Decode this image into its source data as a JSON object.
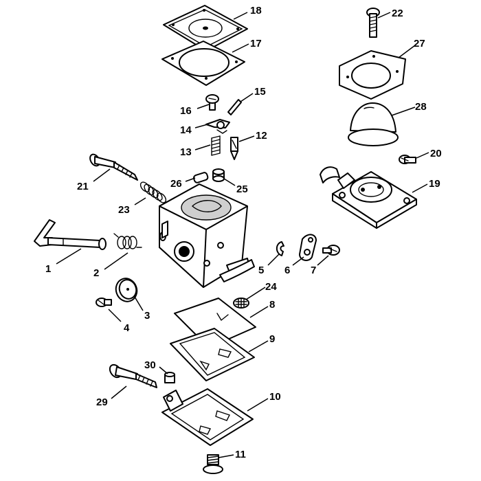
{
  "callouts": [
    {
      "id": "1",
      "label": "1"
    },
    {
      "id": "2",
      "label": "2"
    },
    {
      "id": "3",
      "label": "3"
    },
    {
      "id": "4",
      "label": "4"
    },
    {
      "id": "5",
      "label": "5"
    },
    {
      "id": "6",
      "label": "6"
    },
    {
      "id": "7",
      "label": "7"
    },
    {
      "id": "8",
      "label": "8"
    },
    {
      "id": "9",
      "label": "9"
    },
    {
      "id": "10",
      "label": "10"
    },
    {
      "id": "11",
      "label": "11"
    },
    {
      "id": "12",
      "label": "12"
    },
    {
      "id": "13",
      "label": "13"
    },
    {
      "id": "14",
      "label": "14"
    },
    {
      "id": "15",
      "label": "15"
    },
    {
      "id": "16",
      "label": "16"
    },
    {
      "id": "17",
      "label": "17"
    },
    {
      "id": "18",
      "label": "18"
    },
    {
      "id": "19",
      "label": "19"
    },
    {
      "id": "20",
      "label": "20"
    },
    {
      "id": "21",
      "label": "21"
    },
    {
      "id": "22",
      "label": "22"
    },
    {
      "id": "23",
      "label": "23"
    },
    {
      "id": "24",
      "label": "24"
    },
    {
      "id": "25",
      "label": "25"
    },
    {
      "id": "26",
      "label": "26"
    },
    {
      "id": "27",
      "label": "27"
    },
    {
      "id": "28",
      "label": "28"
    },
    {
      "id": "29",
      "label": "29"
    },
    {
      "id": "30",
      "label": "30"
    }
  ],
  "colors": {
    "line": "#000000",
    "background": "#ffffff"
  }
}
